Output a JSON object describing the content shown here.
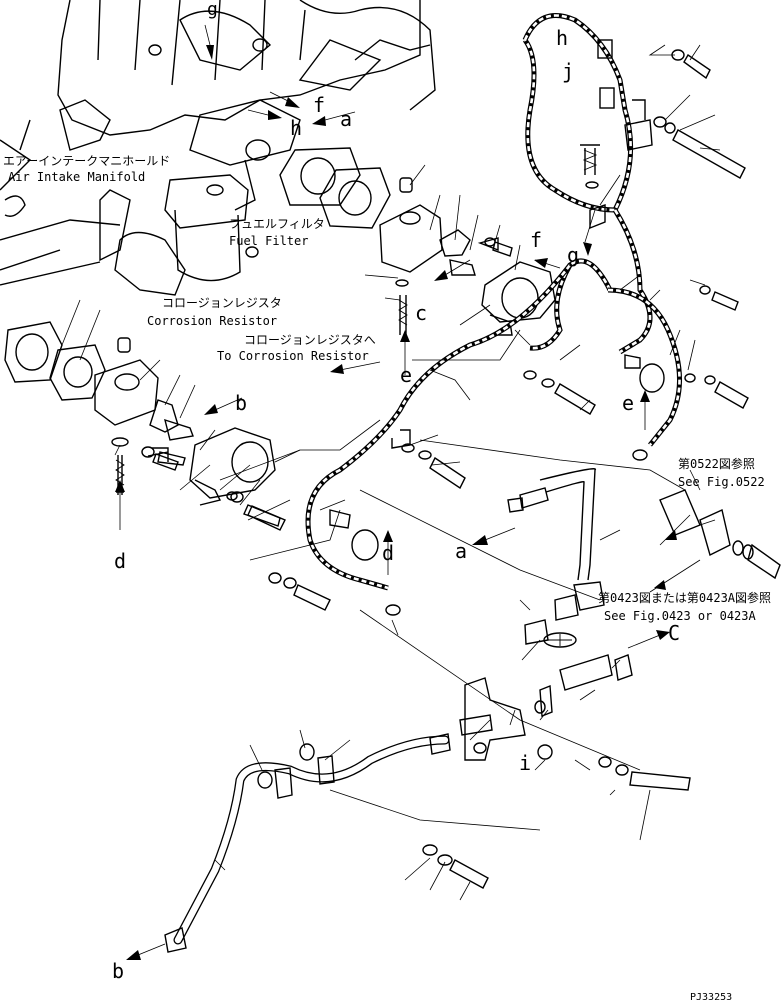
{
  "labels": {
    "air_intake_jp": "エアーインテークマニホールド",
    "air_intake_en": "Air Intake Manifold",
    "fuel_filter_jp": "フュエルフィルタ",
    "fuel_filter_en": "Fuel Filter",
    "corrosion_jp": "コロージョンレジスタ",
    "corrosion_en": "Corrosion Resistor",
    "to_corrosion_jp": "コロージョンレジスタへ",
    "to_corrosion_en": "To Corrosion Resistor",
    "fig0522_jp": "第0522図参照",
    "fig0522_en": "See Fig.0522",
    "fig0423_jp": "第0423図または第0423A図参照",
    "fig0423_en": "See Fig.0423 or 0423A",
    "part_number": "PJ33253"
  },
  "letters": {
    "a1": "a",
    "a2": "a",
    "b1": "b",
    "b2": "b",
    "c1": "c",
    "c2": "C",
    "d1": "d",
    "d2": "d",
    "e1": "e",
    "e2": "e",
    "f1": "f",
    "f2": "f",
    "g1": "g",
    "g2": "g",
    "h1": "h",
    "h2": "h",
    "i1": "i",
    "j1": "j"
  }
}
